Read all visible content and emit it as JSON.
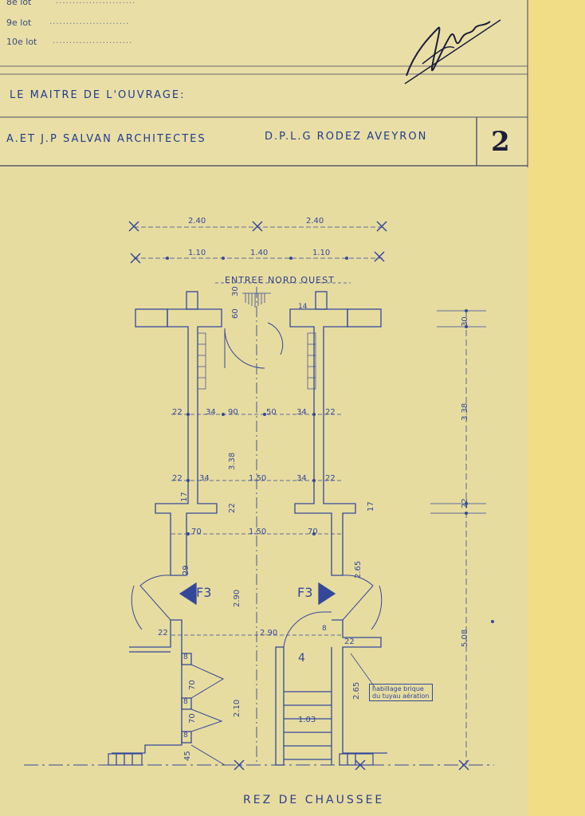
{
  "title_block": {
    "lots": [
      {
        "label": "8e lot",
        "dots": "........................"
      },
      {
        "label": "9e lot",
        "dots": "........................"
      },
      {
        "label": "10e lot",
        "dots": "........................"
      }
    ],
    "maitre_label": "LE MAITRE DE L'OUVRAGE:",
    "architects": "A.ET J.P SALVAN ARCHITECTES",
    "location": "D.P.L.G RODEZ AVEYRON",
    "sheet_number": "2"
  },
  "plan": {
    "entrance_label": "ENTREE NORD OUEST",
    "floor_label": "REZ DE CHAUSSEE",
    "room_labels": [
      "F3",
      "F3"
    ],
    "stair_number": "4",
    "note": [
      "habillage brique",
      "du tuyau aération"
    ],
    "dimensions": {
      "top_row1": [
        "2.40",
        "2.40"
      ],
      "top_row2": [
        "1.10",
        "1.40",
        "1.10"
      ],
      "right_vertical": [
        "30",
        "3.38",
        "22",
        "5.08"
      ],
      "entry": [
        "30",
        "60",
        "14"
      ],
      "row_upper": [
        "22",
        "34",
        "90",
        "50",
        "34",
        "22"
      ],
      "row_mid": [
        "22",
        "34",
        "1.50",
        "34",
        "22"
      ],
      "center_vertical": [
        "3.38",
        "22",
        "2.90",
        "2.10"
      ],
      "misc_17": [
        "17",
        "17"
      ],
      "row_lower": [
        "70",
        "1.50",
        "70"
      ],
      "left_small": [
        "29",
        "22",
        "8",
        "70",
        "70",
        "8",
        "8",
        "45"
      ],
      "stair_width": "2.90",
      "stair_inner": "1.03",
      "right_small": [
        "2.65",
        "8",
        "22",
        "2.65"
      ]
    }
  }
}
